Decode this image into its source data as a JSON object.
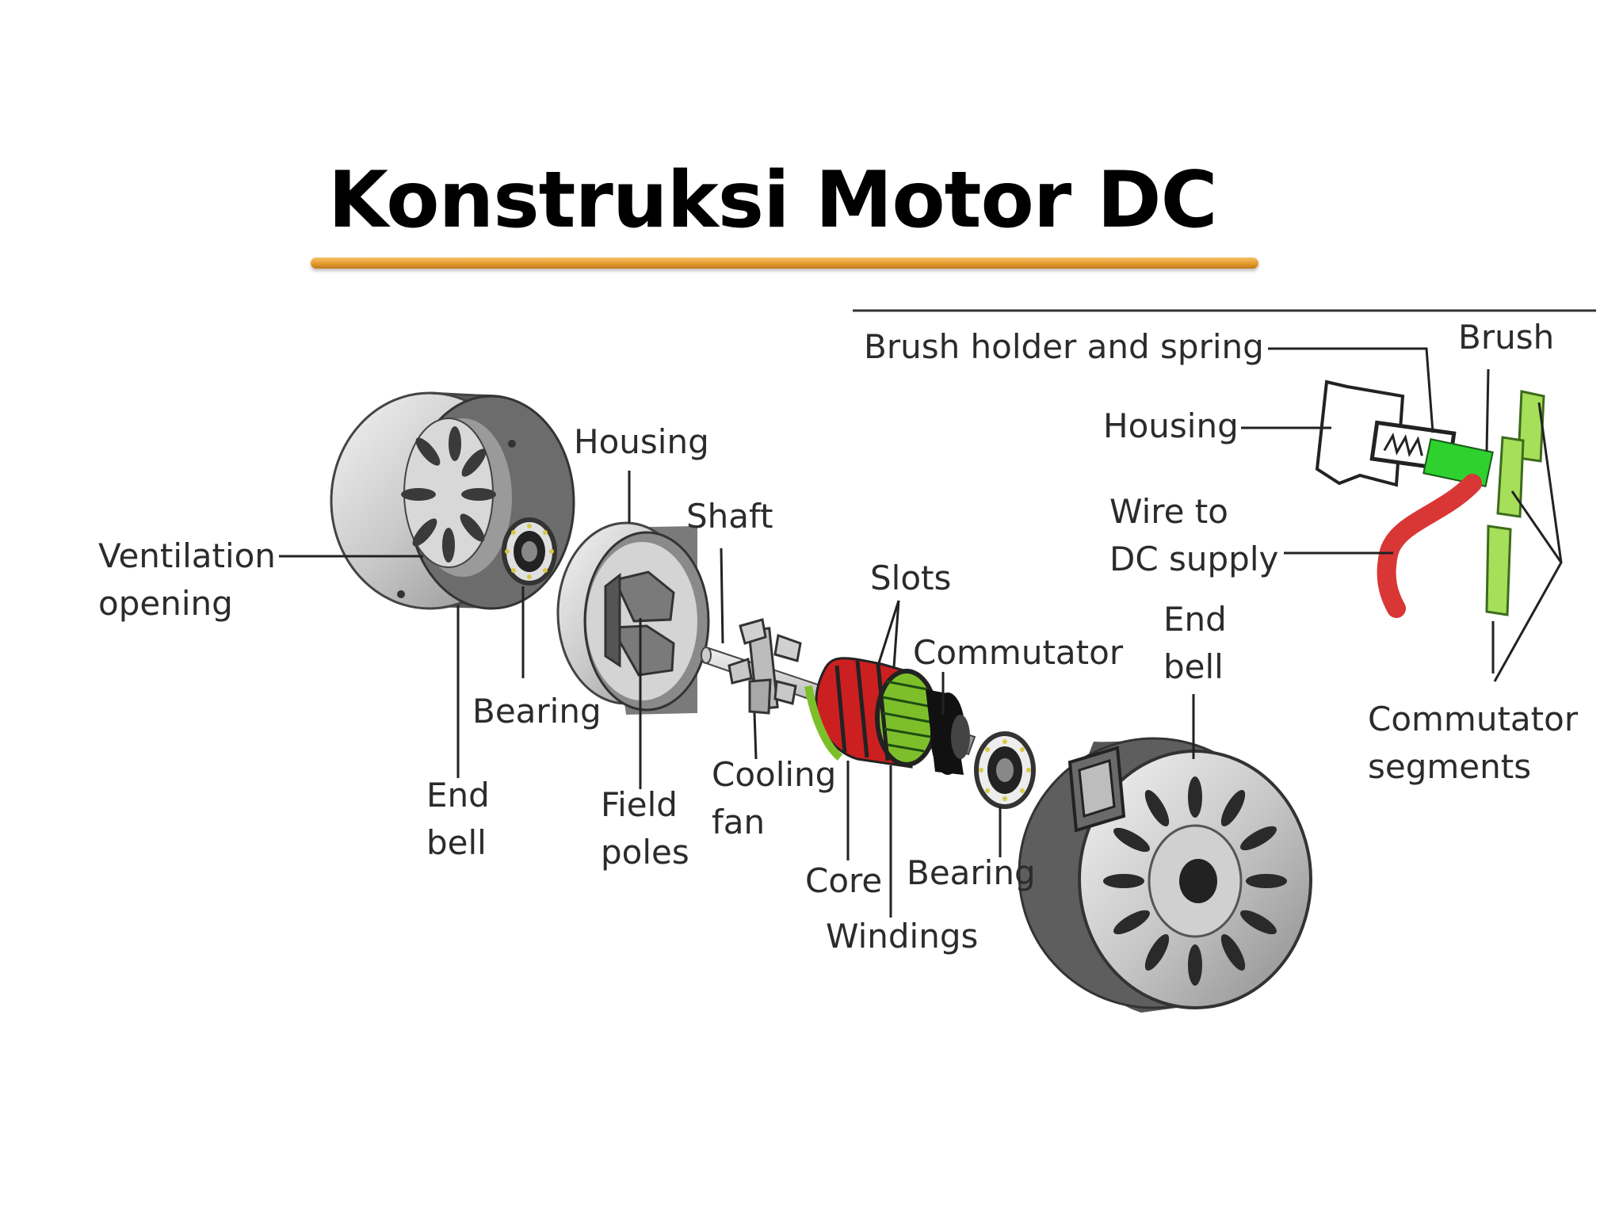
{
  "title": "Konstruksi Motor DC",
  "labels": {
    "brush_holder": "Brush holder and spring",
    "brush": "Brush",
    "housing_inset": "Housing",
    "wire_line1": "Wire to",
    "wire_line2": "DC supply",
    "commutator_segments_line1": "Commutator",
    "commutator_segments_line2": "segments",
    "ventilation_line1": "Ventilation",
    "ventilation_line2": "opening",
    "housing": "Housing",
    "shaft": "Shaft",
    "slots": "Slots",
    "commutator": "Commutator",
    "end_bell_right_line1": "End",
    "end_bell_right_line2": "bell",
    "bearing_left": "Bearing",
    "end_bell_left_line1": "End",
    "end_bell_left_line2": "bell",
    "field_poles_line1": "Field",
    "field_poles_line2": "poles",
    "cooling_fan_line1": "Cooling",
    "cooling_fan_line2": "fan",
    "core": "Core",
    "bearing_right": "Bearing",
    "windings": "Windings"
  },
  "colors": {
    "underline": "#e59b2b",
    "windings_red": "#cc1f1f",
    "windings_green": "#7dbf2a",
    "brush_green": "#2fd12f",
    "segment_green": "#a6e05a",
    "wire_red": "#d93636"
  }
}
